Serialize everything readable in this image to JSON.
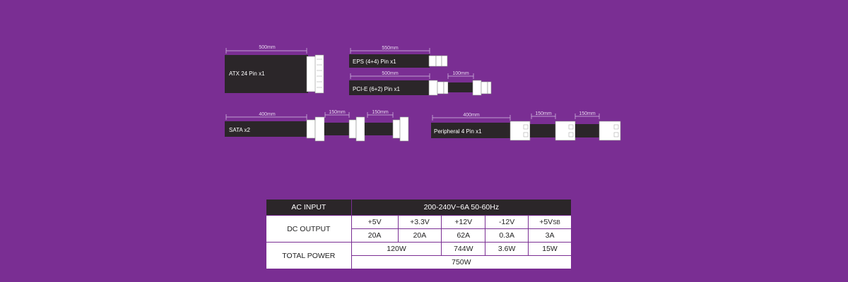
{
  "cables": {
    "atx": {
      "label": "ATX 24 Pin x1",
      "dims": [
        "500mm"
      ]
    },
    "eps": {
      "label": "EPS (4+4) Pin x1",
      "dims": [
        "550mm"
      ]
    },
    "pcie": {
      "label": "PCI-E (6+2) Pin x1",
      "dims": [
        "500mm",
        "100mm"
      ]
    },
    "sata": {
      "label": "SATA x2",
      "dims": [
        "400mm",
        "150mm",
        "150mm"
      ]
    },
    "peripheral": {
      "label": "Peripheral 4 Pin x1",
      "dims": [
        "400mm",
        "150mm",
        "150mm"
      ]
    }
  },
  "table": {
    "ac_input_label": "AC INPUT",
    "ac_input_value": "200-240V~6A 50-60Hz",
    "dc_output_label": "DC OUTPUT",
    "rails": [
      "+5V",
      "+3.3V",
      "+12V",
      "-12V",
      "+5V"
    ],
    "rail_last_subscript": "SB",
    "currents": [
      "20A",
      "20A",
      "62A",
      "0.3A",
      "3A"
    ],
    "total_power_label": "TOTAL POWER",
    "combined_power": "120W",
    "power_12v": "744W",
    "power_n12v": "3.6W",
    "power_5vsb": "15W",
    "total_power": "750W"
  },
  "colors": {
    "background": "#7a2e93",
    "cable": "#2b2629",
    "connector": "#ffffff",
    "table_header": "#2b2629"
  }
}
